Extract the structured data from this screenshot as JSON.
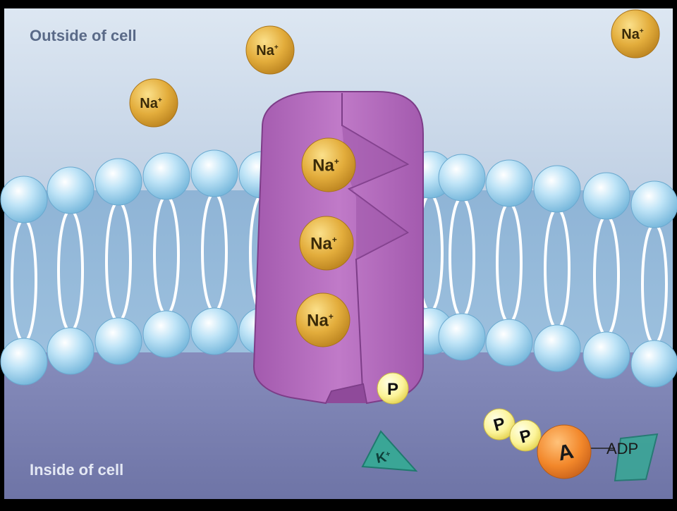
{
  "labels": {
    "outside": "Outside of cell",
    "inside": "Inside of cell"
  },
  "ions": {
    "sodium_base": "Na",
    "sodium_charge": "+",
    "potassium_base": "K",
    "potassium_charge": "+"
  },
  "molecule": {
    "phosphate": "P",
    "adenosine": "A",
    "adp_label": "ADP"
  },
  "colors": {
    "outside_bg": "#cfdbea",
    "inside_bg": "#7f86b8",
    "lipid_head": "#a9d8f2",
    "pump_protein": "#b56bbd",
    "sodium_ion": "#e2a83a",
    "phosphate": "#fbf29a",
    "adenosine": "#f2872a",
    "potassium": "#3aa696"
  }
}
